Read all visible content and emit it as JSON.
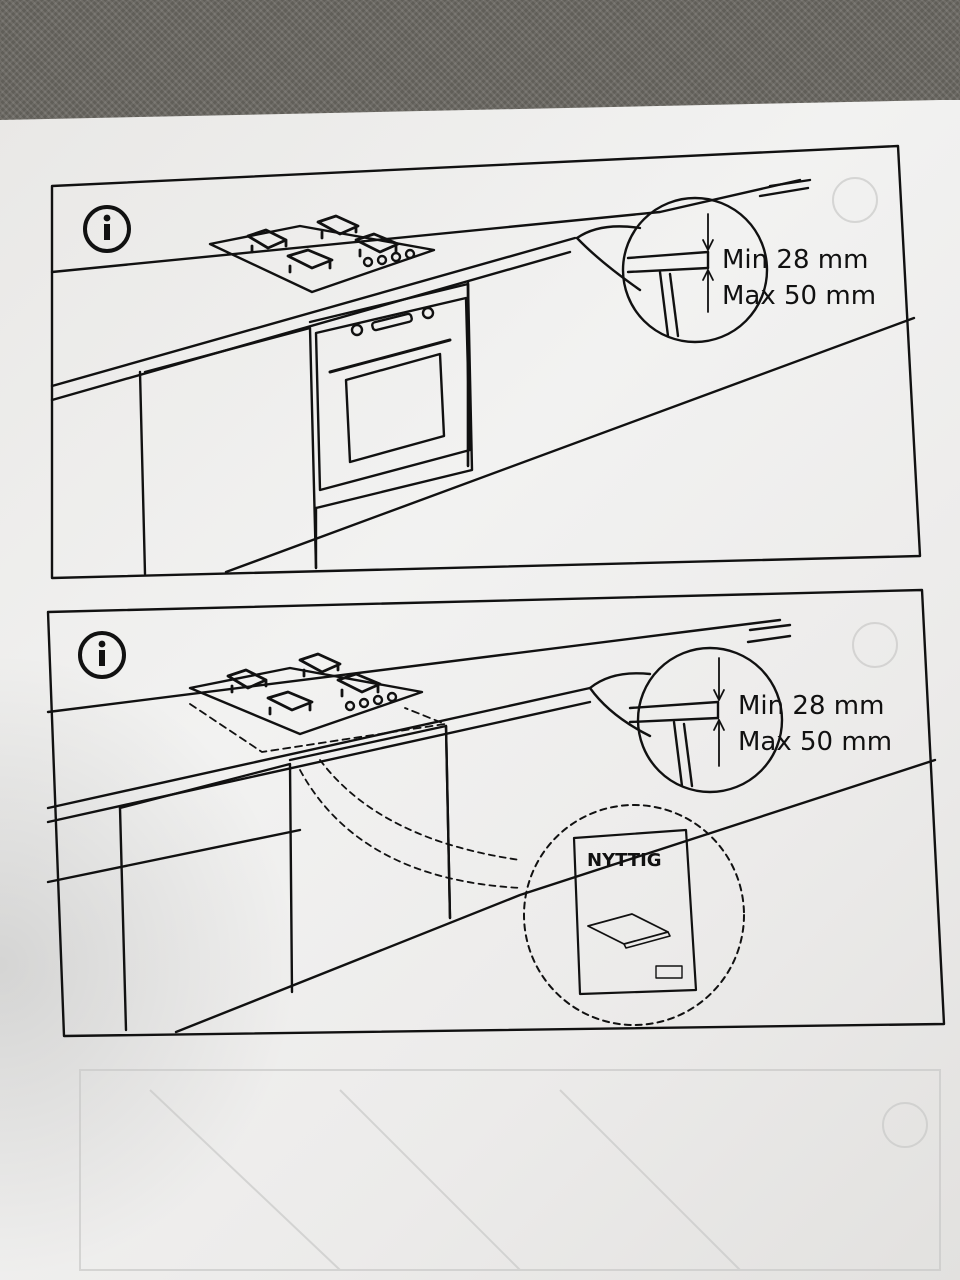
{
  "panel1": {
    "info_icon": "info-circle-icon",
    "min_label": "Min 28 mm",
    "max_label": "Max 50 mm"
  },
  "panel2": {
    "info_icon": "info-circle-icon",
    "min_label": "Min 28 mm",
    "max_label": "Max 50 mm",
    "booklet_title": "NYTTIG"
  },
  "colors": {
    "ink": "#111111",
    "paper": "#efefee",
    "background": "#6c6963"
  }
}
